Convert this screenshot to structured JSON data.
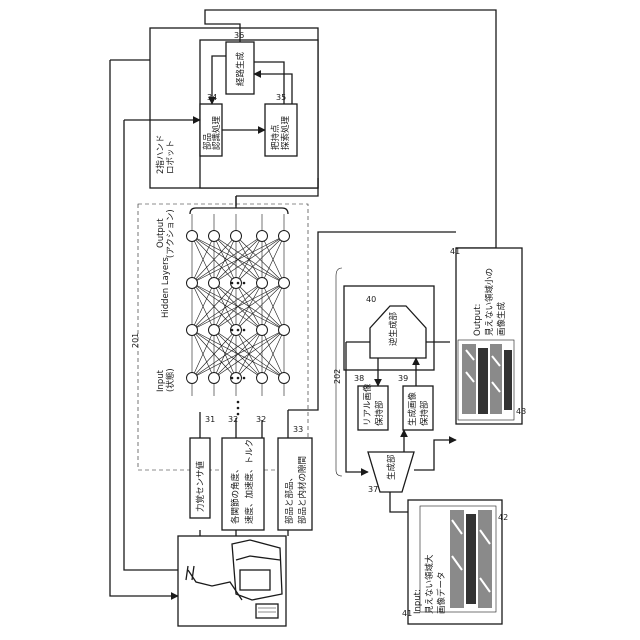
{
  "robot_block": {
    "title_line1": "2指ハンド",
    "title_line2": "ロボット",
    "path_gen": {
      "num": "36",
      "line1": "経路生成"
    },
    "part_recog": {
      "num": "34",
      "line1": "部品",
      "line2": "認識処理"
    },
    "grasp": {
      "num": "35",
      "line1": "把持点",
      "line2": "探索処理"
    }
  },
  "network": {
    "ref": "201",
    "output_line1": "Output",
    "output_line2": "(アクション)",
    "hidden": "Hidden Layers",
    "input_line1": "Input",
    "input_line2": "(状態)"
  },
  "inputs": [
    {
      "num": "31",
      "label": "力覚センサ値"
    },
    {
      "num": "32",
      "label": "各関節の角度、"
    },
    {
      "num": "32",
      "label": "速度、加速度、トルク"
    },
    {
      "num": "33",
      "label": "部品と部品、"
    },
    {
      "num": "33",
      "label": "部品と内材の隙間"
    }
  ],
  "input_nums": {
    "a": "31",
    "b": "32",
    "c": "32",
    "d": "33"
  },
  "generator": {
    "ref": "202",
    "reverse": {
      "num": "40",
      "label": "逆生成部"
    },
    "real_image": {
      "num": "38",
      "line1": "リアル画像",
      "line2": "保持部"
    },
    "gen_image": {
      "num": "39",
      "line1": "生成画像",
      "line2": "保持部"
    },
    "gen": {
      "num": "37",
      "label": "生成部"
    }
  },
  "output_panel": {
    "num": "41",
    "line1": "Output:",
    "line2": "見えない領域小の",
    "line3": "画像生成",
    "image_num": "43"
  },
  "input_panel": {
    "num": "41",
    "line1": "Input:",
    "line2": "見えない領域大",
    "line3": "画像データ",
    "image_num": "42"
  }
}
